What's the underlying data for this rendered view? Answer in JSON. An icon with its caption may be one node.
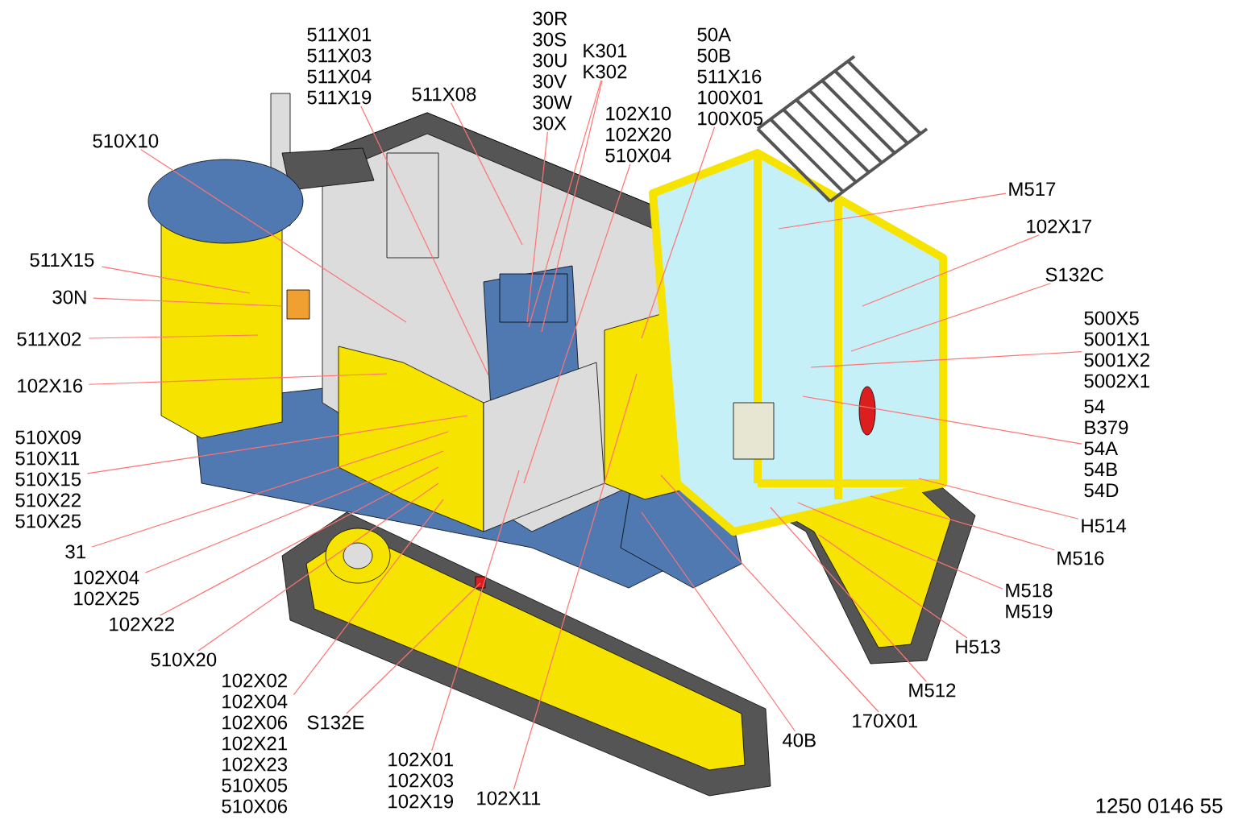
{
  "diagram": {
    "nodes": [
      {
        "text": [
          "511X01 511X03 511X04 511X19"
        ]
      },
      {
        "text": [
          "511X08"
        ]
      },
      {
        "text": [
          "30R 30S 30U 30V 30W 30X"
        ]
      },
      {
        "text": [
          "K301 K302"
        ]
      },
      {
        "text": [
          "102X10 102X20 510X04"
        ]
      },
      {
        "text": [
          "50A 50B 511X16 100X01 100X05"
        ]
      },
      {
        "text": [
          "M517"
        ]
      },
      {
        "text": [
          "102X17"
        ]
      },
      {
        "text": [
          "S132C"
        ]
      },
      {
        "text": [
          "500X5 5001X1 5001X2 5002X1"
        ]
      },
      {
        "text": [
          "54 B379 54A 54B 54D"
        ]
      },
      {
        "text": [
          "H514"
        ]
      },
      {
        "text": [
          "M516"
        ]
      },
      {
        "text": [
          "M518 M519"
        ]
      },
      {
        "text": [
          "H513"
        ]
      },
      {
        "text": [
          "M512"
        ]
      },
      {
        "text": [
          "170X01"
        ]
      },
      {
        "text": [
          "40B"
        ]
      },
      {
        "text": [
          "102X11"
        ]
      },
      {
        "text": [
          "102X01 102X03 102X19"
        ]
      },
      {
        "text": [
          "S132E"
        ]
      },
      {
        "text": [
          "102X02 102X04 102X06 102X21 102X23 510X05 510X06"
        ]
      },
      {
        "text": [
          "510X20"
        ]
      },
      {
        "text": [
          "102X22"
        ]
      },
      {
        "text": [
          "102X04 102X25"
        ]
      },
      {
        "text": [
          "31"
        ]
      },
      {
        "text": [
          "510X09 510X11 510X15 510X22 510X25"
        ]
      },
      {
        "text": [
          "510X10"
        ]
      },
      {
        "text": [
          "511X15"
        ]
      },
      {
        "text": [
          "30N"
        ]
      },
      {
        "text": [
          "511X02"
        ]
      },
      {
        "text": [
          "102X16"
        ]
      }
    ],
    "edges": [
      {
        "from": 0,
        "to": null,
        "arrow": "none"
      },
      {
        "from": 1,
        "to": null,
        "arrow": "none"
      },
      {
        "from": 2,
        "to": null,
        "arrow": "none"
      },
      {
        "from": 3,
        "to": null,
        "arrow": "none"
      },
      {
        "from": 3,
        "to": null,
        "arrow": "none"
      },
      {
        "from": 4,
        "to": null,
        "arrow": "none"
      },
      {
        "from": 5,
        "to": null,
        "arrow": "none"
      },
      {
        "from": 6,
        "to": null,
        "arrow": "none"
      },
      {
        "from": 7,
        "to": null,
        "arrow": "none"
      },
      {
        "from": 8,
        "to": null,
        "arrow": "none"
      },
      {
        "from": 9,
        "to": null,
        "arrow": "none"
      },
      {
        "from": 10,
        "to": null,
        "arrow": "none"
      },
      {
        "from": 11,
        "to": null,
        "arrow": "none"
      },
      {
        "from": 12,
        "to": null,
        "arrow": "none"
      },
      {
        "from": 13,
        "to": null,
        "arrow": "none"
      },
      {
        "from": 14,
        "to": null,
        "arrow": "none"
      },
      {
        "from": 15,
        "to": null,
        "arrow": "none"
      },
      {
        "from": 16,
        "to": null,
        "arrow": "none"
      },
      {
        "from": 17,
        "to": null,
        "arrow": "none"
      },
      {
        "from": 18,
        "to": null,
        "arrow": "none"
      },
      {
        "from": 19,
        "to": null,
        "arrow": "none"
      },
      {
        "from": 20,
        "to": null,
        "arrow": "none"
      },
      {
        "from": 21,
        "to": null,
        "arrow": "none"
      },
      {
        "from": 22,
        "to": null,
        "arrow": "none"
      },
      {
        "from": 23,
        "to": null,
        "arrow": "none"
      },
      {
        "from": 24,
        "to": null,
        "arrow": "none"
      },
      {
        "from": 25,
        "to": null,
        "arrow": "none"
      },
      {
        "from": 26,
        "to": null,
        "arrow": "none"
      },
      {
        "from": 27,
        "to": null,
        "arrow": "none"
      },
      {
        "from": 28,
        "to": null,
        "arrow": "none"
      },
      {
        "from": 29,
        "to": null,
        "arrow": "none"
      },
      {
        "from": 30,
        "to": null,
        "arrow": "none"
      },
      {
        "from": 31,
        "to": null,
        "arrow": "none"
      }
    ],
    "labels": [
      "1250 0146 55"
    ]
  }
}
